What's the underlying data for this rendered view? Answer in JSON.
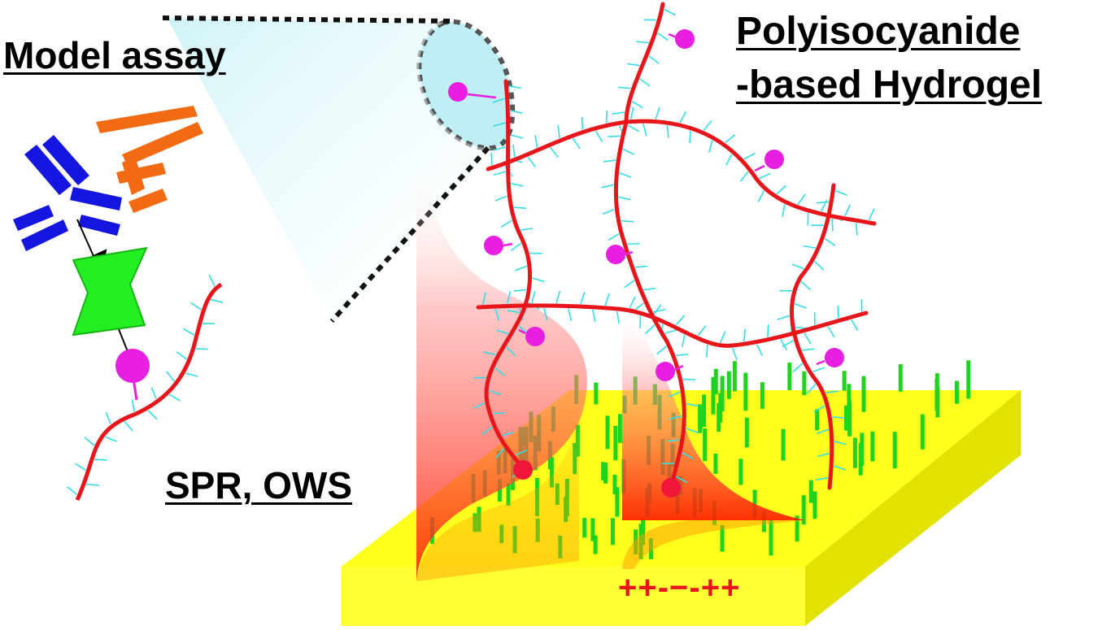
{
  "labels": {
    "model_assay": "Model assay",
    "hydrogel_line1": "Polyisocyanide",
    "hydrogel_line2": "-based Hydrogel",
    "methods": "SPR, OWS",
    "surface_charges": "++-−-++"
  },
  "colors": {
    "polymer_backbone": "#e8161b",
    "side_chains": "#33dde6",
    "probe_beads": "#e81ee0",
    "antibody_primary": "#1416e0",
    "antibody_secondary": "#f26b12",
    "target_molecule": "#22ee22",
    "gold_substrate": "#ffff1e",
    "substrate_side": "#e6e600",
    "surface_ligands": "#1fd41f",
    "evanescent_field": "#ff1a00",
    "zoom_bubble": "#bfeff5"
  }
}
